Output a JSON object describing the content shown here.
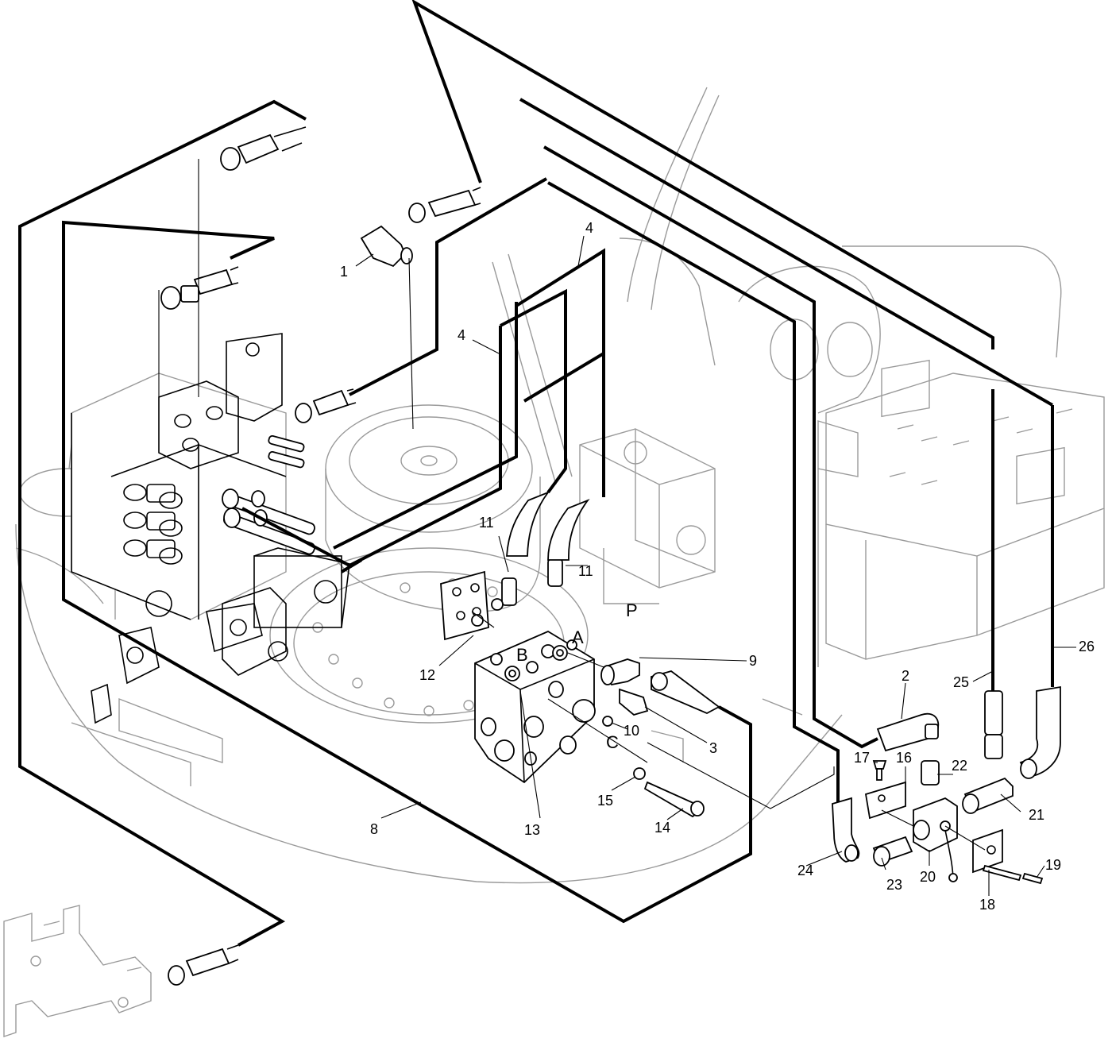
{
  "diagram": {
    "callouts": [
      {
        "id": "c1",
        "text": "1"
      },
      {
        "id": "c2",
        "text": "2"
      },
      {
        "id": "c3",
        "text": "3"
      },
      {
        "id": "c4a",
        "text": "4"
      },
      {
        "id": "c4b",
        "text": "4"
      },
      {
        "id": "c8",
        "text": "8"
      },
      {
        "id": "c9",
        "text": "9"
      },
      {
        "id": "c10",
        "text": "10"
      },
      {
        "id": "c11a",
        "text": "11"
      },
      {
        "id": "c11b",
        "text": "11"
      },
      {
        "id": "c12",
        "text": "12"
      },
      {
        "id": "c13",
        "text": "13"
      },
      {
        "id": "c14",
        "text": "14"
      },
      {
        "id": "c15",
        "text": "15"
      },
      {
        "id": "c16",
        "text": "16"
      },
      {
        "id": "c17",
        "text": "17"
      },
      {
        "id": "c18",
        "text": "18"
      },
      {
        "id": "c19",
        "text": "19"
      },
      {
        "id": "c20",
        "text": "20"
      },
      {
        "id": "c21",
        "text": "21"
      },
      {
        "id": "c22",
        "text": "22"
      },
      {
        "id": "c23",
        "text": "23"
      },
      {
        "id": "c24",
        "text": "24"
      },
      {
        "id": "c25",
        "text": "25"
      },
      {
        "id": "c26",
        "text": "26"
      }
    ],
    "ports": [
      {
        "id": "pA",
        "text": "A"
      },
      {
        "id": "pB",
        "text": "B"
      },
      {
        "id": "pP",
        "text": "P"
      },
      {
        "id": "pC",
        "text": "C"
      }
    ]
  }
}
